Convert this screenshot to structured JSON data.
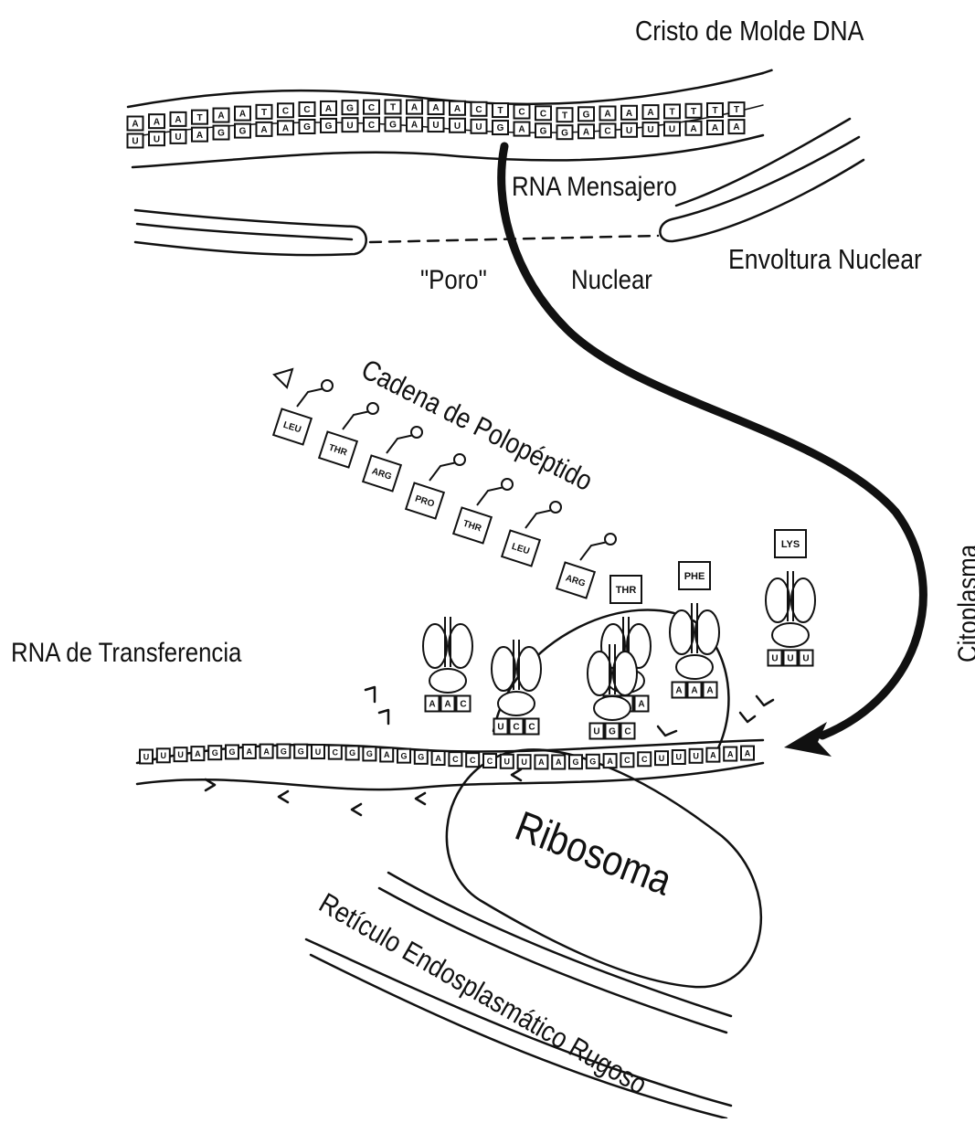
{
  "labels": {
    "dna_template": "Cristo de Molde DNA",
    "mrna": "RNA Mensajero",
    "nuclear_envelope": "Envoltura Nuclear",
    "pore_word": "\"Poro\"",
    "nuclear_word": "Nuclear",
    "polypeptide_chain": "Cadena de Polopéptido",
    "cytoplasm": "Citoplasma",
    "transfer_rna": "RNA de Transferencia",
    "ribosome": "Ribosoma",
    "rough_er": "Retículo Endosplasmático Rugoso"
  },
  "dna_strand": {
    "top_bases": [
      "A",
      "A",
      "A",
      "T",
      "A",
      "A",
      "T",
      "C",
      "C",
      "A",
      "G",
      "C",
      "T",
      "A",
      "A",
      "A",
      "C",
      "T",
      "C",
      "C",
      "T",
      "G",
      "A",
      "A",
      "A",
      "T",
      "T",
      "T",
      "T"
    ],
    "bottom_bases": [
      "U",
      "U",
      "U",
      "A",
      "G",
      "G",
      "A",
      "A",
      "G",
      "G",
      "U",
      "C",
      "G",
      "A",
      "U",
      "U",
      "U",
      "G",
      "A",
      "G",
      "G",
      "A",
      "C",
      "U",
      "U",
      "U",
      "A",
      "A",
      "A"
    ]
  },
  "polypeptide": [
    "LEU",
    "THR",
    "ARG",
    "PRO",
    "THR",
    "LEU",
    "ARG"
  ],
  "trnas": [
    {
      "amino_acid": "THR",
      "anticodon": [
        "U",
        "G",
        "A"
      ]
    },
    {
      "amino_acid": "PHE",
      "anticodon": [
        "A",
        "A",
        "A"
      ]
    },
    {
      "amino_acid": "LYS",
      "anticodon": [
        "U",
        "U",
        "U"
      ]
    },
    {
      "amino_acid": "",
      "anticodon": [
        "A",
        "A",
        "C"
      ]
    },
    {
      "amino_acid": "",
      "anticodon": [
        "U",
        "C",
        "C"
      ]
    },
    {
      "amino_acid": "",
      "anticodon": [
        "U",
        "G",
        "C"
      ]
    }
  ],
  "mrna_codons": [
    "U",
    "U",
    "U",
    "A",
    "G",
    "G",
    "A",
    "A",
    "G",
    "G",
    "U",
    "C",
    "G",
    "G",
    "A",
    "G",
    "G",
    "A",
    "C",
    "C",
    "C",
    "U",
    "U",
    "A",
    "A",
    "G",
    "G",
    "A",
    "C",
    "C",
    "U",
    "U",
    "U",
    "A",
    "A",
    "A"
  ]
}
